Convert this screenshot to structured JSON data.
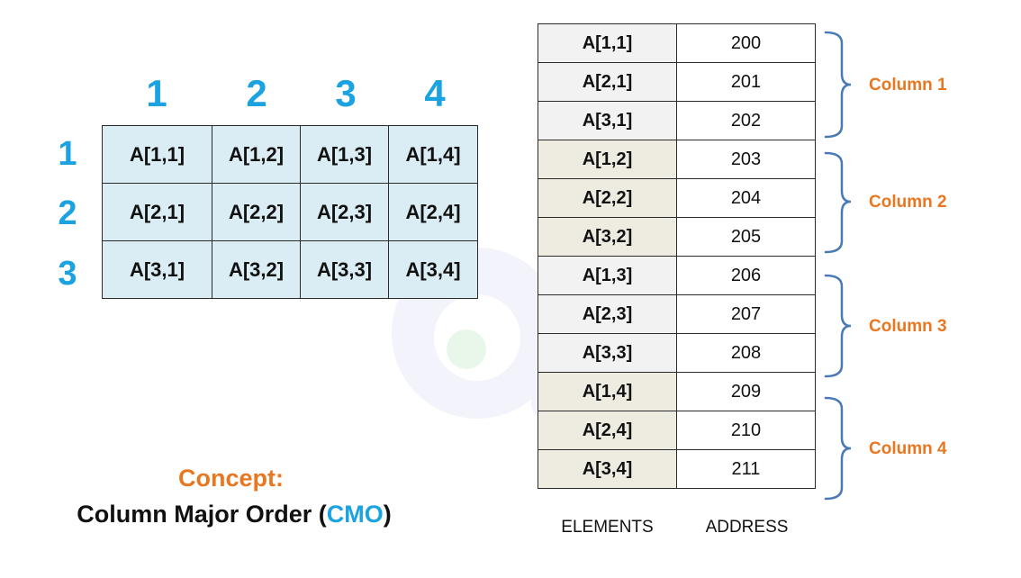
{
  "matrix": {
    "col_headers": [
      "1",
      "2",
      "3",
      "4"
    ],
    "row_headers": [
      "1",
      "2",
      "3"
    ],
    "rows": [
      [
        "A[1,1]",
        "A[1,2]",
        "A[1,3]",
        "A[1,4]"
      ],
      [
        "A[2,1]",
        "A[2,2]",
        "A[2,3]",
        "A[2,4]"
      ],
      [
        "A[3,1]",
        "A[3,2]",
        "A[3,3]",
        "A[3,4]"
      ]
    ]
  },
  "memory": {
    "rows": [
      {
        "element": "A[1,1]",
        "address": "200"
      },
      {
        "element": "A[2,1]",
        "address": "201"
      },
      {
        "element": "A[3,1]",
        "address": "202"
      },
      {
        "element": "A[1,2]",
        "address": "203"
      },
      {
        "element": "A[2,2]",
        "address": "204"
      },
      {
        "element": "A[3,2]",
        "address": "205"
      },
      {
        "element": "A[1,3]",
        "address": "206"
      },
      {
        "element": "A[2,3]",
        "address": "207"
      },
      {
        "element": "A[3,3]",
        "address": "208"
      },
      {
        "element": "A[1,4]",
        "address": "209"
      },
      {
        "element": "A[2,4]",
        "address": "210"
      },
      {
        "element": "A[3,4]",
        "address": "211"
      }
    ],
    "col_elements_label": "ELEMENTS",
    "col_address_label": "ADDRESS"
  },
  "groups": [
    "Column 1",
    "Column 2",
    "Column 3",
    "Column 4"
  ],
  "concept": {
    "title": "Concept:",
    "subtitle_prefix": "Column Major Order (",
    "subtitle_highlight": "CMO",
    "subtitle_suffix": ")"
  },
  "colors": {
    "accent_blue": "#1aa3e0",
    "accent_orange": "#e87722",
    "matrix_fill": "#daedf4",
    "brace_blue": "#4a7ab5"
  },
  "icons": {
    "watermark": "watermark-logo-icon"
  }
}
